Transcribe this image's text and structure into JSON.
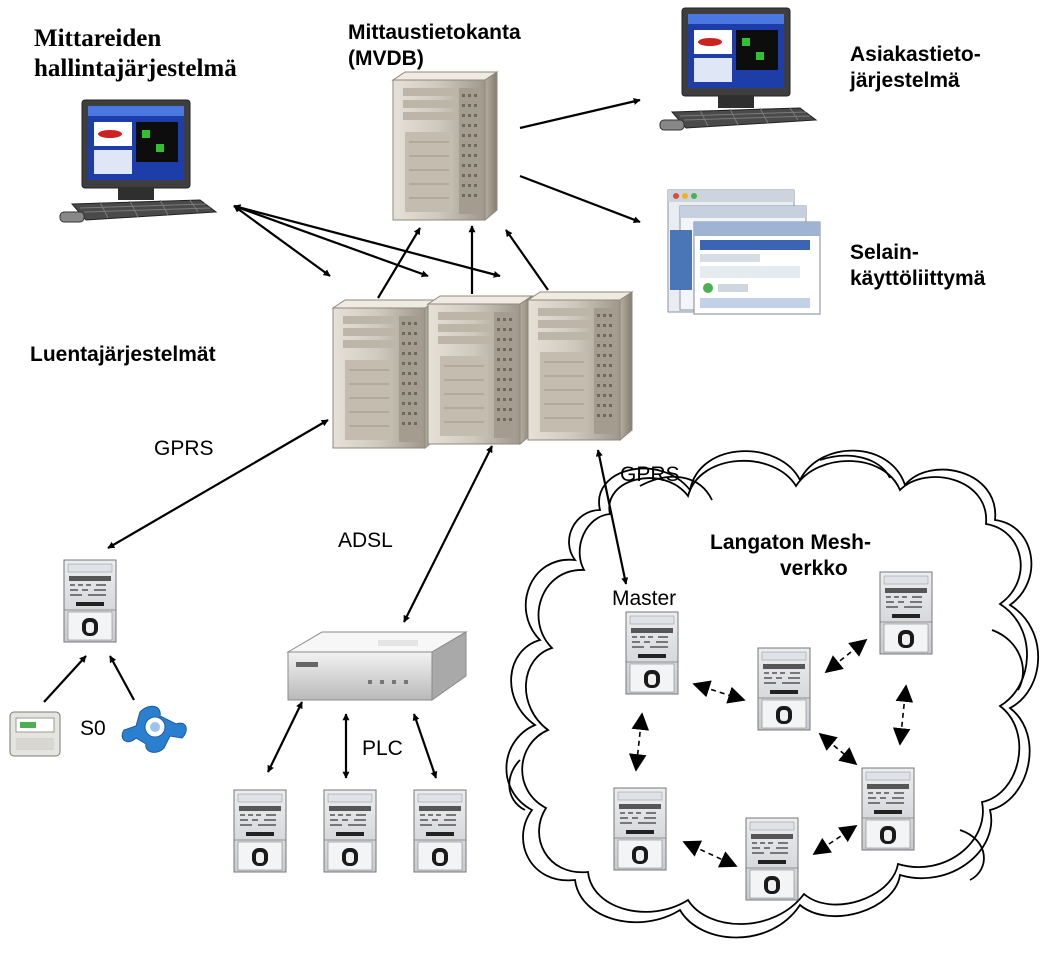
{
  "labels": {
    "meter_mgmt": [
      "Mittareiden",
      "hallintajärjestelmä"
    ],
    "mvdb": [
      "Mittaustietokanta",
      "(MVDB)"
    ],
    "customer": [
      "Asiakastieto-",
      "järjestelmä"
    ],
    "browser": [
      "Selain-",
      "käyttöliittymä"
    ],
    "reading": "Luentajärjestelmät",
    "gprs_left": "GPRS",
    "gprs_right": "GPRS",
    "adsl": "ADSL",
    "plc": "PLC",
    "s0": "S0",
    "mesh": [
      "Langaton Mesh-",
      "verkko"
    ],
    "master": "Master"
  },
  "icons": {
    "workstation": "computer-workstation-icon",
    "server": "tower-server-icon",
    "browser": "browser-windows-icon",
    "meter": "electricity-meter-icon",
    "router": "adsl-router-icon",
    "gas_meter": "gas-meter-icon",
    "water_meter": "water-meter-icon",
    "cloud": "mesh-cloud-icon"
  },
  "colors": {
    "line": "#000000",
    "server_body": "#d2ccc3",
    "screen_blue": "#1d3ea8",
    "water_blue": "#2b7fd0"
  }
}
